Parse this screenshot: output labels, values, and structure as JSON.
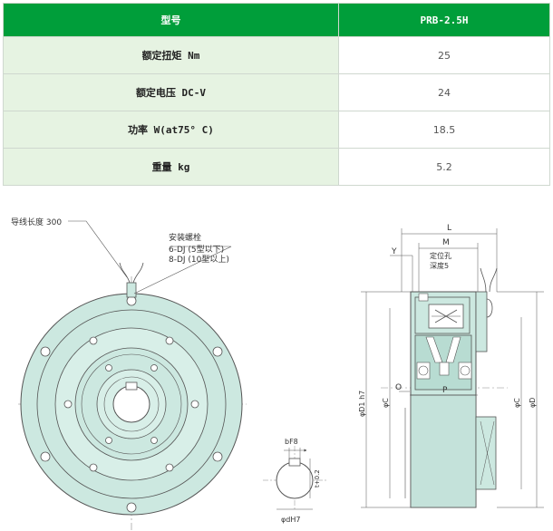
{
  "spec_table": {
    "header": {
      "label": "型号",
      "model": "PRB-2.5H"
    },
    "rows": [
      {
        "label": "额定扭矩 Nm",
        "value": "25"
      },
      {
        "label": "额定电压 DC-V",
        "value": "24"
      },
      {
        "label": "功率 W(at75° C)",
        "value": "18.5"
      },
      {
        "label": "重量 kg",
        "value": "5.2"
      }
    ]
  },
  "drawing": {
    "lead_length": "导线长度 300",
    "mount_bolt_title": "安装螺栓",
    "mount_bolt_6": "6-DJ (5型以下)",
    "mount_bolt_8": "8-DJ (10型以上)",
    "dim_L": "L",
    "dim_M": "M",
    "dim_Y": "Y",
    "locate_hole": "定位孔",
    "locate_depth": "深度5",
    "dim_O": "O",
    "dim_P": "P",
    "dim_D1": "φD1 h7",
    "dim_C_left": "φC",
    "dim_C_right": "φC",
    "dim_D": "φD",
    "keyway_b": "bF8",
    "keyway_t": "t+0.2",
    "keyway_d": "φdH7"
  },
  "colors": {
    "header_bg": "#009e3a",
    "label_bg": "#e6f3e2",
    "part_fill": "#cce8e0",
    "part_stroke": "#555555"
  }
}
